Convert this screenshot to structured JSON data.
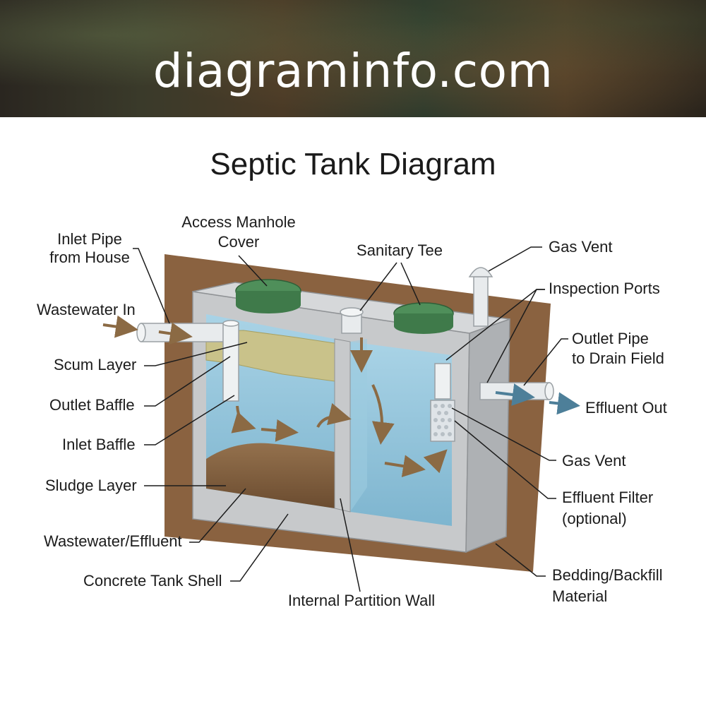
{
  "banner": {
    "site": "diagraminfo.com"
  },
  "title": "Septic Tank Diagram",
  "labels": {
    "inlet_pipe": [
      "Inlet Pipe",
      "from House"
    ],
    "access_cover": [
      "Access Manhole",
      "Cover"
    ],
    "sanitary_tee": "Sanitary Tee",
    "gas_vent_top": "Gas Vent",
    "inspection_ports": "Inspection Ports",
    "outlet_pipe": [
      "Outlet Pipe",
      "to Drain Field"
    ],
    "wastewater_in": "Wastewater In",
    "scum_layer": "Scum Layer",
    "outlet_baffle": "Outlet Baffle",
    "inlet_baffle": "Inlet Baffle",
    "sludge_layer": "Sludge Layer",
    "wastewater_effluent": "Wastewater/Effluent",
    "concrete_shell": "Concrete Tank Shell",
    "partition_wall": "Internal Partition Wall",
    "effluent_out": "Effluent Out",
    "gas_vent_right": "Gas Vent",
    "effluent_filter": [
      "Effluent Filter",
      "(optional)"
    ],
    "bedding": [
      "Bedding/Backfill",
      "Material"
    ]
  },
  "colors": {
    "soil": "#8a6240",
    "concrete": "#c7c9cb",
    "water": "#8fc4dc",
    "scum": "#c9c28a",
    "sludge": "#7a5a3a",
    "cover": "#4f8f5a",
    "flow_arrow": "#8b6a44"
  }
}
